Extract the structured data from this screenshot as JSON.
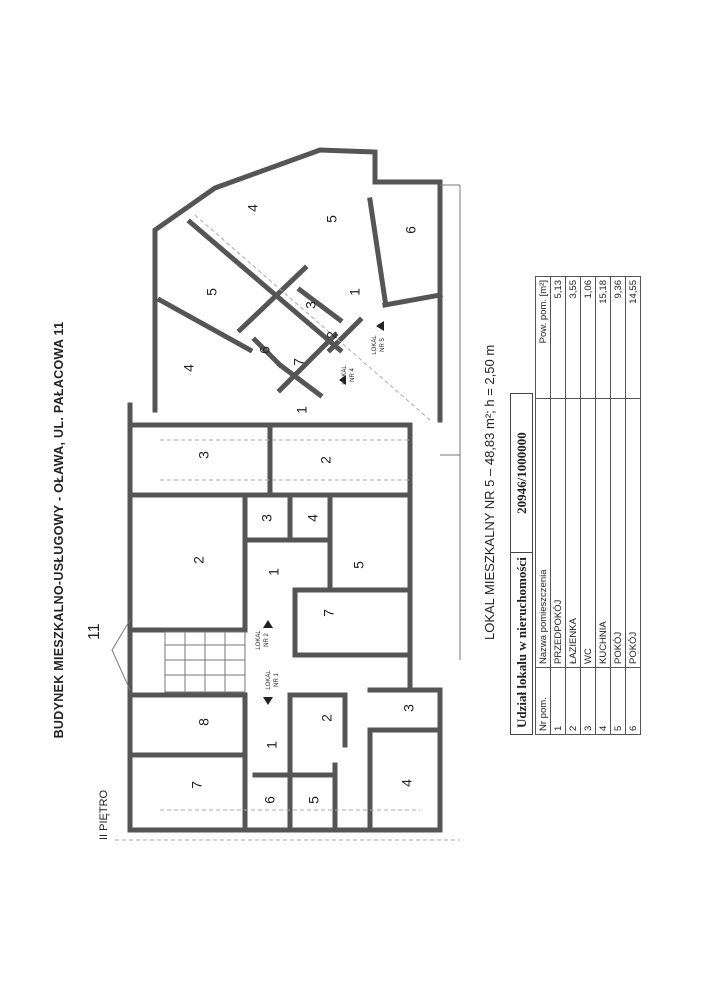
{
  "document": {
    "title": "BUDYNEK MIESZKALNO-USŁUGOWY - OŁAWA, UL. PAŁACOWA 11",
    "building_number": "11",
    "floor": "II PIĘTRO",
    "heading": "LOKAL MIESZKALNY NR 5 – 48,83 m²; h = 2,50 m",
    "share": {
      "label": "Udział lokalu w nieruchomości",
      "value": "20946/1000000"
    }
  },
  "plan": {
    "unit_labels": [
      {
        "line1": "LOKAL",
        "line2": "NR 2"
      },
      {
        "line1": "LOKAL",
        "line2": "NR 1"
      },
      {
        "line1": "LOKAL",
        "line2": "NR 4"
      },
      {
        "line1": "LOKAL",
        "line2": "NR 5"
      }
    ],
    "room_numbers": [
      "7",
      "8",
      "6",
      "5",
      "1",
      "2",
      "3",
      "4",
      "2",
      "3",
      "4",
      "5",
      "1",
      "7",
      "3",
      "2",
      "4",
      "5",
      "6",
      "7",
      "1",
      "2",
      "3",
      "4",
      "5",
      "1",
      "6"
    ]
  },
  "table": {
    "headers": [
      "Nr pom.",
      "Nazwa pomieszczenia",
      "Pow. pom. [m²]"
    ],
    "rows": [
      [
        "1",
        "PRZEDPOKÓJ",
        "5,13"
      ],
      [
        "2",
        "ŁAZIENKA",
        "3,55"
      ],
      [
        "3",
        "WC",
        "1,06"
      ],
      [
        "4",
        "KUCHNIA",
        "15,18"
      ],
      [
        "5",
        "POKÓJ",
        "9,36"
      ],
      [
        "6",
        "POKÓJ",
        "14,55"
      ]
    ]
  }
}
